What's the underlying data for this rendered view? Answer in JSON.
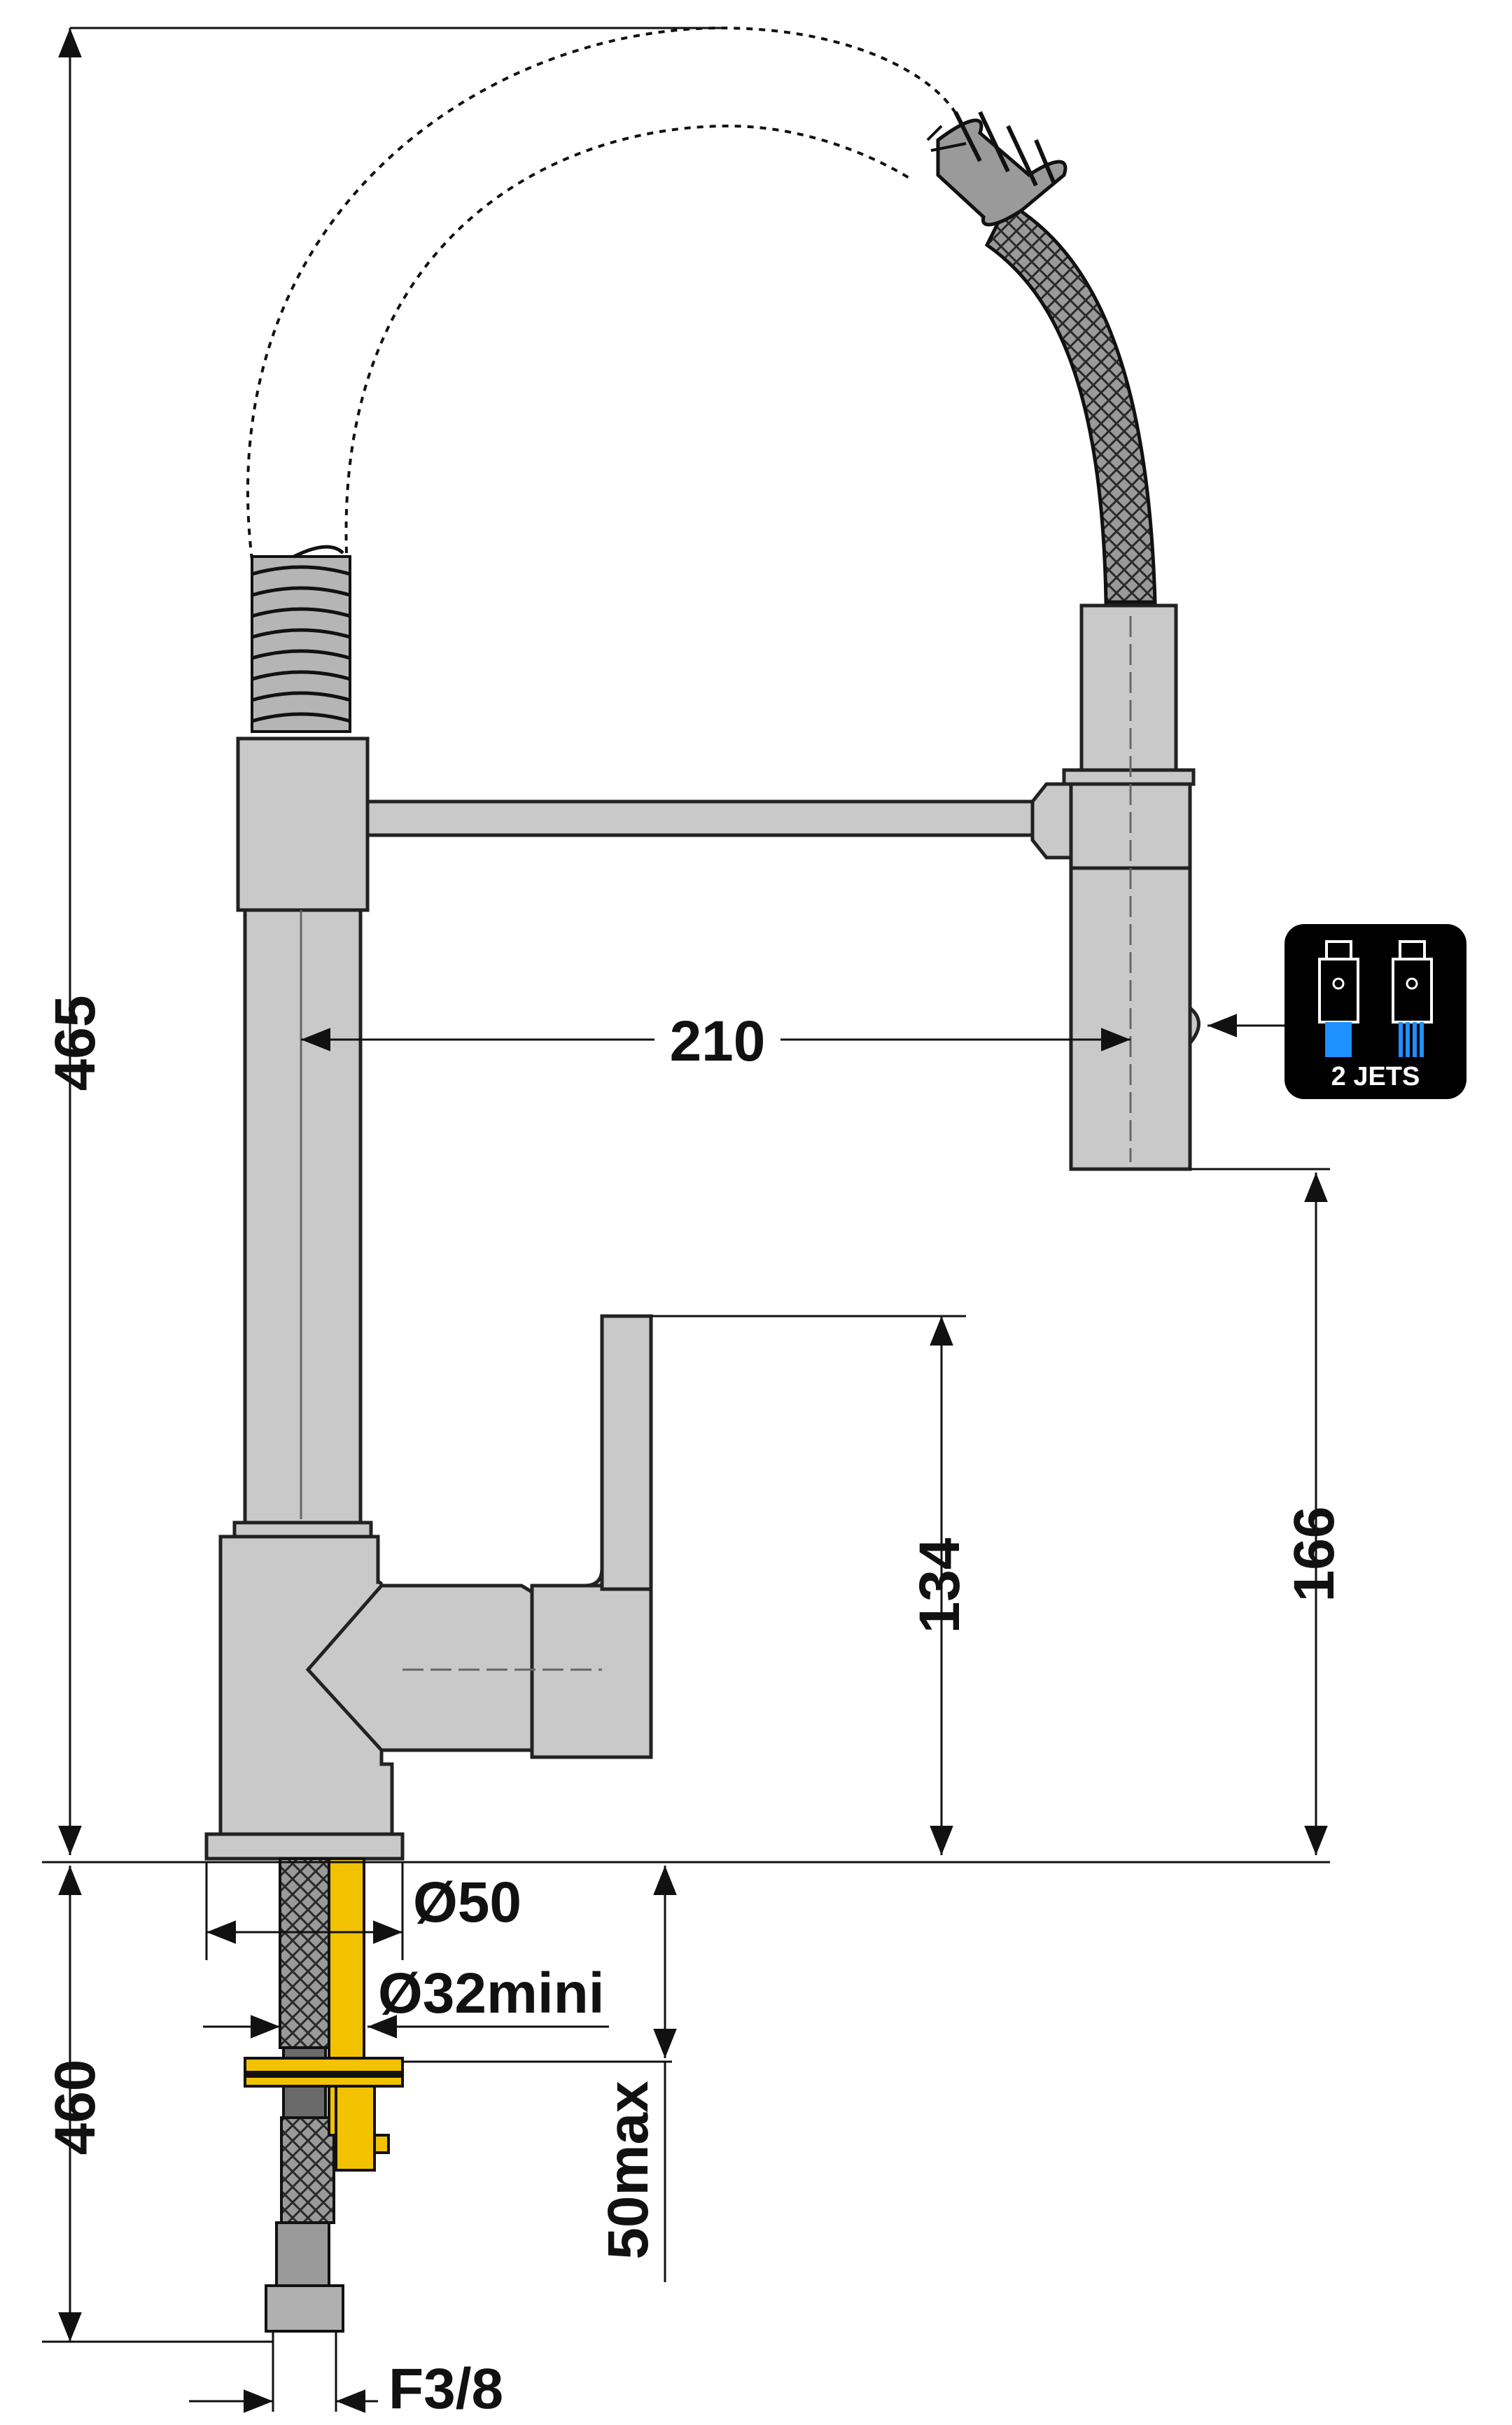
{
  "dimensions": {
    "total_height": "465",
    "spout_reach": "210",
    "handle_height": "134",
    "spout_height": "166",
    "base_diameter": "Ø50",
    "hole_diameter": "Ø32mini",
    "below_deck_length": "460",
    "deck_thickness": "50max",
    "connection": "F3/8"
  },
  "badge": {
    "label": "2 JETS",
    "icon_names": [
      "spray-jet-icon",
      "rain-jet-icon"
    ]
  },
  "colors": {
    "line": "#111111",
    "body_fill": "#c9c9c9",
    "body_stroke": "#222222",
    "hose_braid": "#7a7a7a",
    "brass": "#f2c200",
    "badge_bg": "#000000",
    "jet_blue": "#1e90ff",
    "deck": "#111111"
  }
}
